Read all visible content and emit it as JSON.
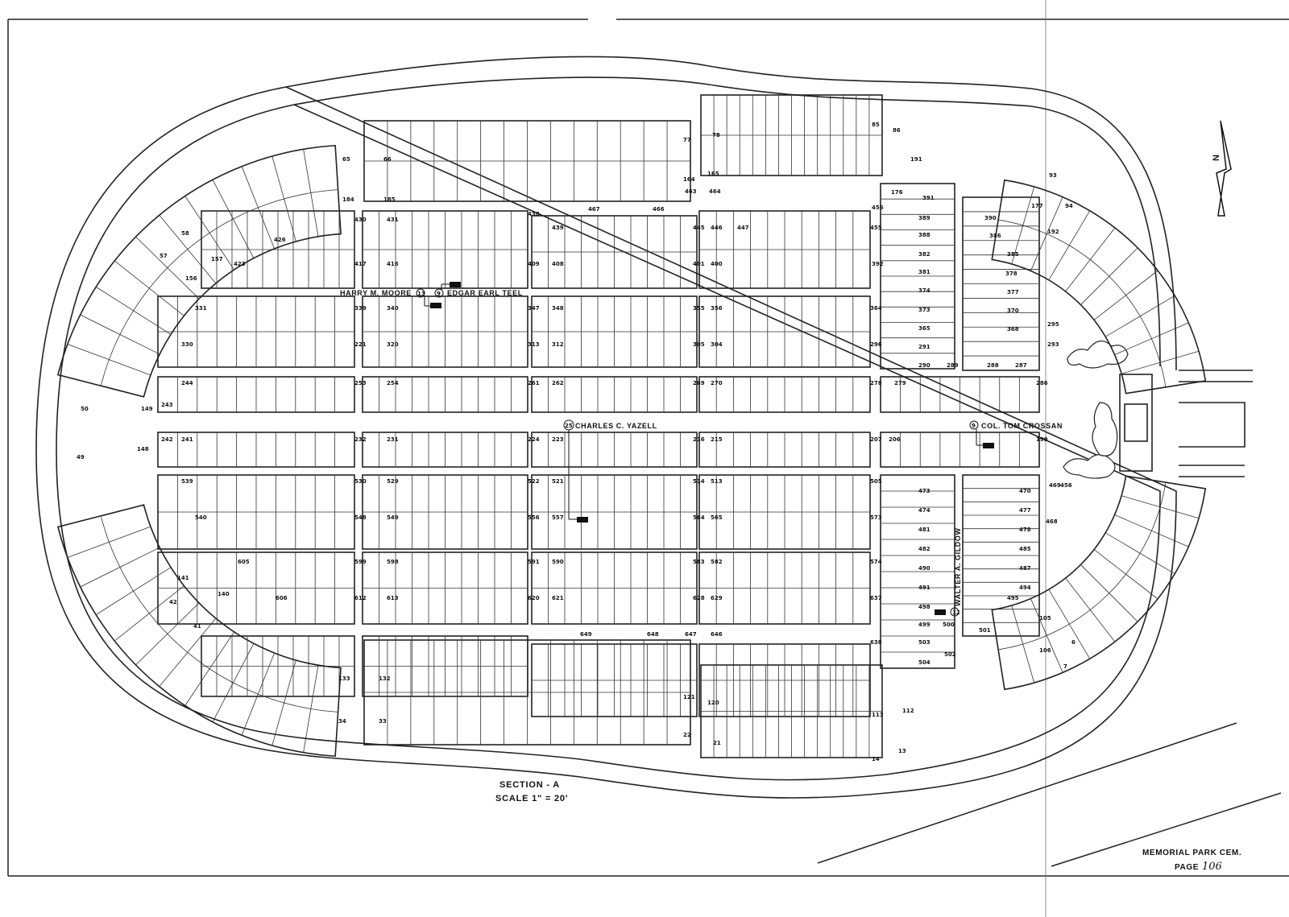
{
  "legend": {
    "section": "SECTION - A",
    "scale": "SCALE 1\" = 20'"
  },
  "title_block": {
    "name": "MEMORIAL PARK CEM.",
    "page_label": "PAGE",
    "page_number": "106"
  },
  "north_label": "N",
  "graves": [
    {
      "name": "HARRY M. MOORE",
      "number": "13"
    },
    {
      "name": "EDGAR EARL TEEL",
      "number": "9"
    },
    {
      "name": "CHARLES C. YAZELL",
      "number": "25"
    },
    {
      "name": "COL. TOM CROSSAN",
      "number": "9"
    },
    {
      "name": "WALTER A. GILDOW",
      "number": "12"
    }
  ],
  "lot_numbers": {
    "outer_north": [
      "65",
      "66",
      "77",
      "78",
      "85",
      "86",
      "93",
      "94",
      "184",
      "185",
      "164",
      "165",
      "176",
      "177",
      "191",
      "192"
    ],
    "outer_west": [
      "57",
      "58",
      "50",
      "49",
      "148",
      "149",
      "156",
      "157",
      "141",
      "140",
      "42",
      "41",
      "133",
      "132",
      "34",
      "33"
    ],
    "outer_south": [
      "121",
      "120",
      "113",
      "112",
      "105",
      "106",
      "22",
      "21",
      "14",
      "13",
      "6",
      "7"
    ],
    "inner_north": [
      "423",
      "426",
      "430",
      "431",
      "438",
      "439",
      "445",
      "446",
      "447",
      "455",
      "456",
      "463",
      "464",
      "466",
      "467"
    ],
    "block_row_1": [
      "417",
      "416",
      "409",
      "408",
      "401",
      "400",
      "392"
    ],
    "block_row_2": [
      "331",
      "339",
      "340",
      "347",
      "348",
      "355",
      "356",
      "364",
      "330",
      "221",
      "320",
      "313",
      "312",
      "305",
      "304",
      "296"
    ],
    "block_row_3": [
      "244",
      "243",
      "253",
      "254",
      "261",
      "262",
      "269",
      "270",
      "278",
      "279",
      "286"
    ],
    "block_row_4": [
      "242",
      "241",
      "232",
      "231",
      "224",
      "223",
      "216",
      "215",
      "207",
      "206",
      "199"
    ],
    "block_row_5": [
      "539",
      "530",
      "529",
      "522",
      "521",
      "514",
      "513",
      "505",
      "540",
      "548",
      "549",
      "556",
      "557",
      "564",
      "565",
      "573"
    ],
    "block_row_6": [
      "605",
      "599",
      "598",
      "591",
      "590",
      "583",
      "582",
      "574",
      "606",
      "612",
      "613",
      "620",
      "621",
      "628",
      "629",
      "637"
    ],
    "inner_south": [
      "649",
      "648",
      "647",
      "646",
      "638"
    ],
    "east_blocks": [
      "391",
      "389",
      "390",
      "388",
      "386",
      "385",
      "382",
      "381",
      "378",
      "374",
      "377",
      "373",
      "370",
      "365",
      "368",
      "291",
      "290",
      "289",
      "288",
      "287",
      "293",
      "295"
    ],
    "east_south": [
      "473",
      "470",
      "474",
      "477",
      "481",
      "478",
      "482",
      "485",
      "490",
      "487",
      "491",
      "494",
      "495",
      "498",
      "499",
      "500",
      "501",
      "503",
      "502",
      "504",
      "469",
      "468",
      "456"
    ]
  }
}
